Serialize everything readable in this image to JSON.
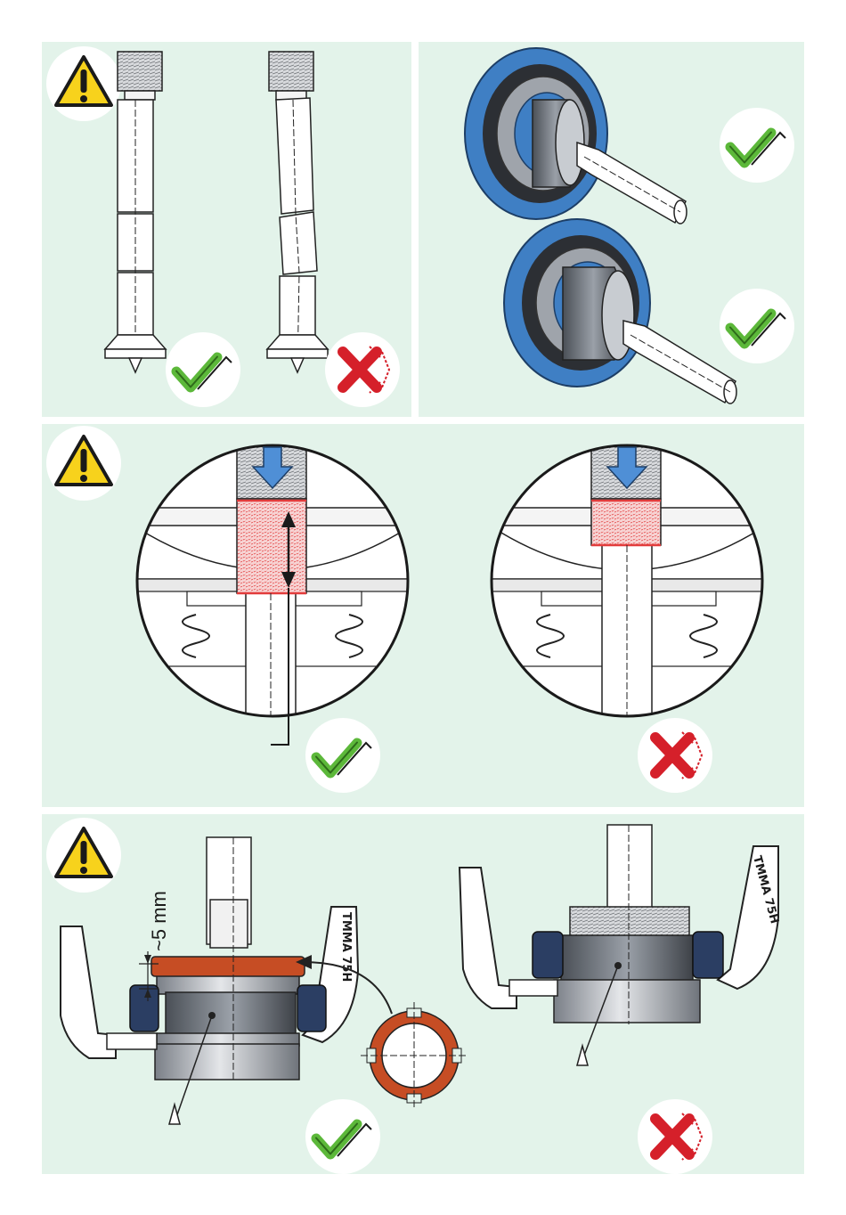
{
  "panels": {
    "top_left": {
      "has_warning": true,
      "left_result": "correct",
      "right_result": "incorrect"
    },
    "top_right": {
      "upper_result": "correct",
      "lower_result": "correct"
    },
    "middle": {
      "has_warning": true,
      "left_result": "correct",
      "right_result": "incorrect"
    },
    "bottom": {
      "has_warning": true,
      "left_result": "correct",
      "right_result": "incorrect",
      "gap_label": "~5 mm",
      "tool_label_left": "TMMA 75H",
      "tool_label_right": "TMMA 75H"
    }
  },
  "icons": {
    "warning": "warning-triangle-icon",
    "correct": "check-mark-icon",
    "incorrect": "cross-mark-icon"
  },
  "colors": {
    "background": "#e3f3ea",
    "warning_yellow": "#f7d21c",
    "check_green": "#5cb83a",
    "cross_red": "#d5202a",
    "bearing_blue": "#3f7fc4",
    "arrow_blue": "#4f8fd6",
    "nut_orange": "#c64d24",
    "thread_red": "#e23c3c"
  }
}
